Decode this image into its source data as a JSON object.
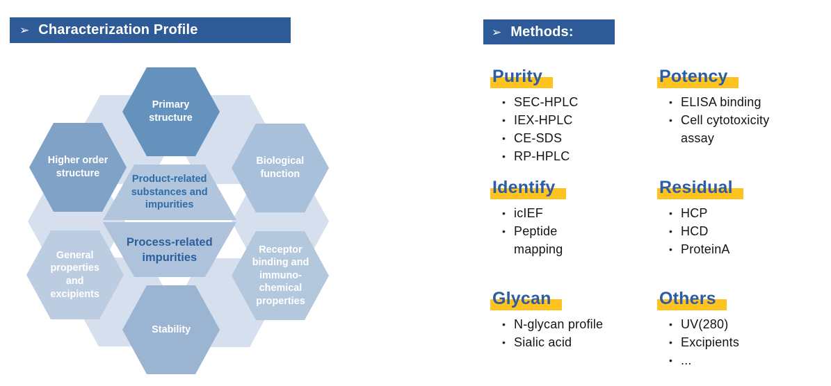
{
  "left_panel": {
    "arrow": "➢",
    "title": "Characterization Profile",
    "hexagons": [
      {
        "id": "primary-structure",
        "label": "Primary\nstructure"
      },
      {
        "id": "higher-order-structure",
        "label": "Higher order\nstructure"
      },
      {
        "id": "biological-function",
        "label": "Biological\nfunction"
      },
      {
        "id": "general-properties",
        "label": "General\nproperties\nand\nexcipients"
      },
      {
        "id": "receptor-binding",
        "label": "Receptor\nbinding and\nimmuno-\nchemical\nproperties"
      },
      {
        "id": "stability",
        "label": "Stability"
      },
      {
        "id": "product-related",
        "label": "Product-related\nsubstances and\nimpurities"
      },
      {
        "id": "process-related",
        "label": "Process-related\nimpurities"
      }
    ]
  },
  "methods_panel": {
    "arrow": "➢",
    "title": "Methods:",
    "bullet": "•",
    "sections": [
      {
        "heading": "Purity",
        "items": [
          "SEC-HPLC",
          "IEX-HPLC",
          "CE-SDS",
          "RP-HPLC"
        ]
      },
      {
        "heading": "Potency",
        "items": [
          "ELISA binding",
          "Cell cytotoxicity\nassay"
        ]
      },
      {
        "heading": "Identify",
        "items": [
          "icIEF",
          "Peptide\nmapping"
        ]
      },
      {
        "heading": "Residual",
        "items": [
          "HCP",
          "HCD",
          "ProteinA"
        ]
      },
      {
        "heading": "Glycan",
        "items": [
          "N-glycan profile",
          "Sialic acid"
        ]
      },
      {
        "heading": "Others",
        "items": [
          "UV(280)",
          "Excipients",
          "..."
        ]
      }
    ]
  },
  "colors": {
    "header_bar": "#2E5B97",
    "section_heading_blue": "#2B5CA4",
    "highlight_gold": "#FFC320",
    "hex_primary": "#6592BD",
    "hex_higher_order": "#7FA2C6",
    "hex_biological": "#A8C0D9",
    "hex_general": "#BCCDE2",
    "hex_receptor": "#B3C7DD",
    "hex_stability": "#9BB4D2",
    "hex_center": "#B1C5DC",
    "hex_connector": "#D5DFEE",
    "center_text_top": "#2E6DA8",
    "center_text_bottom": "#2B5E9D"
  }
}
